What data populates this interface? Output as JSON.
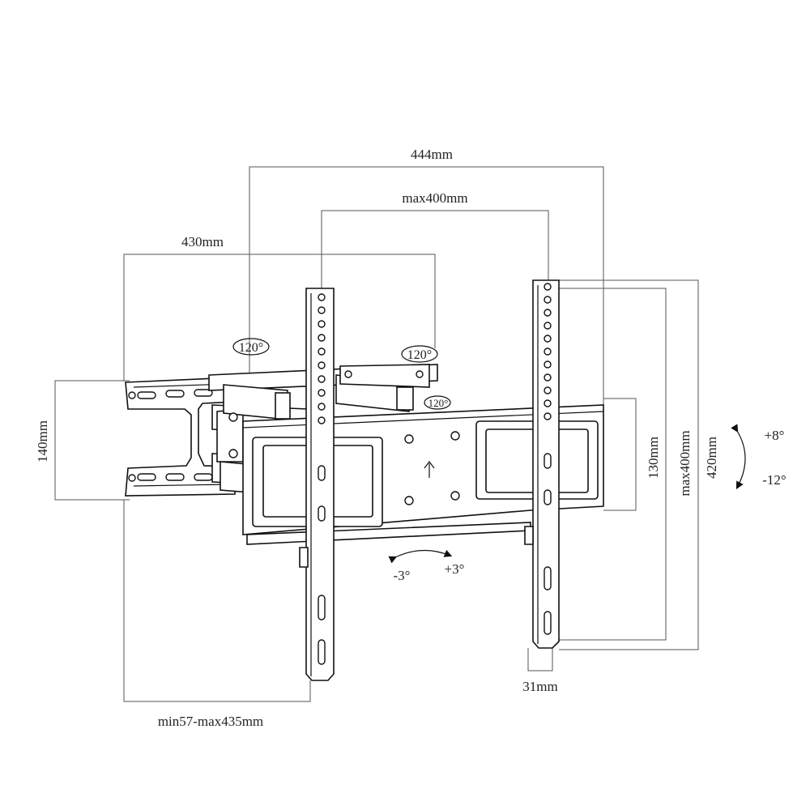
{
  "dimensions": {
    "overall_width": "444mm",
    "max_vesa_width": "max400mm",
    "arm_span": "430mm",
    "wall_plate_height": "140mm",
    "extension": "min57-max435mm",
    "bracket_height": "130mm",
    "max_vesa_height": "max400mm",
    "rail_height": "420mm",
    "rail_width": "31mm"
  },
  "angles": {
    "swivel_1": "120°",
    "swivel_2": "120°",
    "swivel_3": "120°",
    "tilt_up": "+8°",
    "tilt_down": "-12°",
    "level_minus": "-3°",
    "level_plus": "+3°"
  }
}
